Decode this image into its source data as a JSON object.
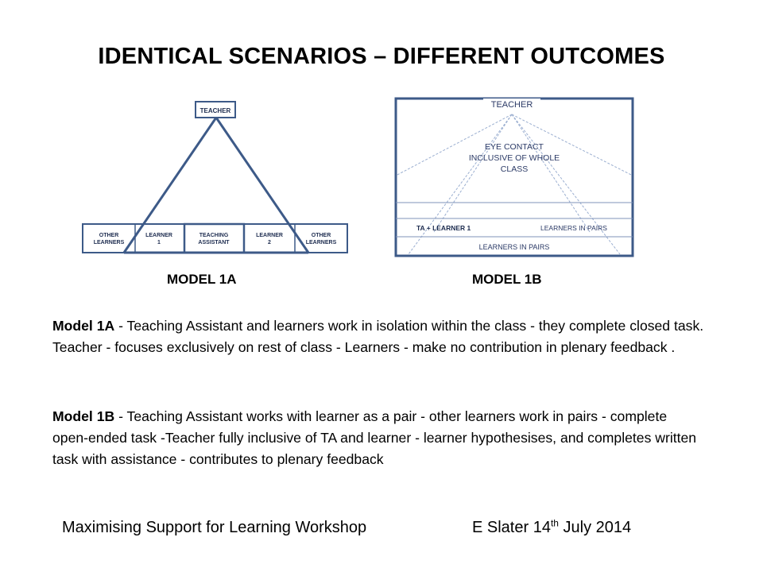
{
  "title": "IDENTICAL SCENARIOS – DIFFERENT OUTCOMES",
  "model_a": {
    "diagram": {
      "teacher": "TEACHER",
      "boxes": [
        [
          "OTHER",
          "LEARNERS"
        ],
        [
          "LEARNER",
          "1"
        ],
        [
          "TEACHING",
          "ASSISTANT"
        ],
        [
          "LEARNER",
          "2"
        ],
        [
          "OTHER",
          "LEARNERS"
        ]
      ]
    },
    "label": "MODEL 1A",
    "heading": "Model 1A",
    "text": " - Teaching Assistant  and learners  work in isolation within the class - they complete closed task.  Teacher - focuses exclusively on rest of class  - Learners - make no contribution in plenary feedback ."
  },
  "model_b": {
    "diagram": {
      "teacher": "TEACHER",
      "eye_contact": [
        "EYE CONTACT",
        "INCLUSIVE OF WHOLE",
        "CLASS"
      ],
      "ta_learner": "TA + LEARNER 1",
      "pairs_right": "LEARNERS IN PAIRS",
      "pairs_bottom": "LEARNERS IN PAIRS"
    },
    "label": "MODEL 1B",
    "heading": "Model 1B",
    "text": " - Teaching Assistant works with learner as a pair - other learners work in pairs - complete open-ended task -Teacher fully inclusive of TA and learner - learner hypothesises, and completes written task with assistance - contributes to plenary feedback"
  },
  "footer": {
    "left": "Maximising Support for Learning Workshop",
    "right_prefix": "E Slater 14",
    "right_sup": "th",
    "right_suffix": " July 2014"
  },
  "colors": {
    "diagram_border": "#3d5a88",
    "diagram_text": "#1e2d50",
    "dash": "#9aaed0"
  }
}
